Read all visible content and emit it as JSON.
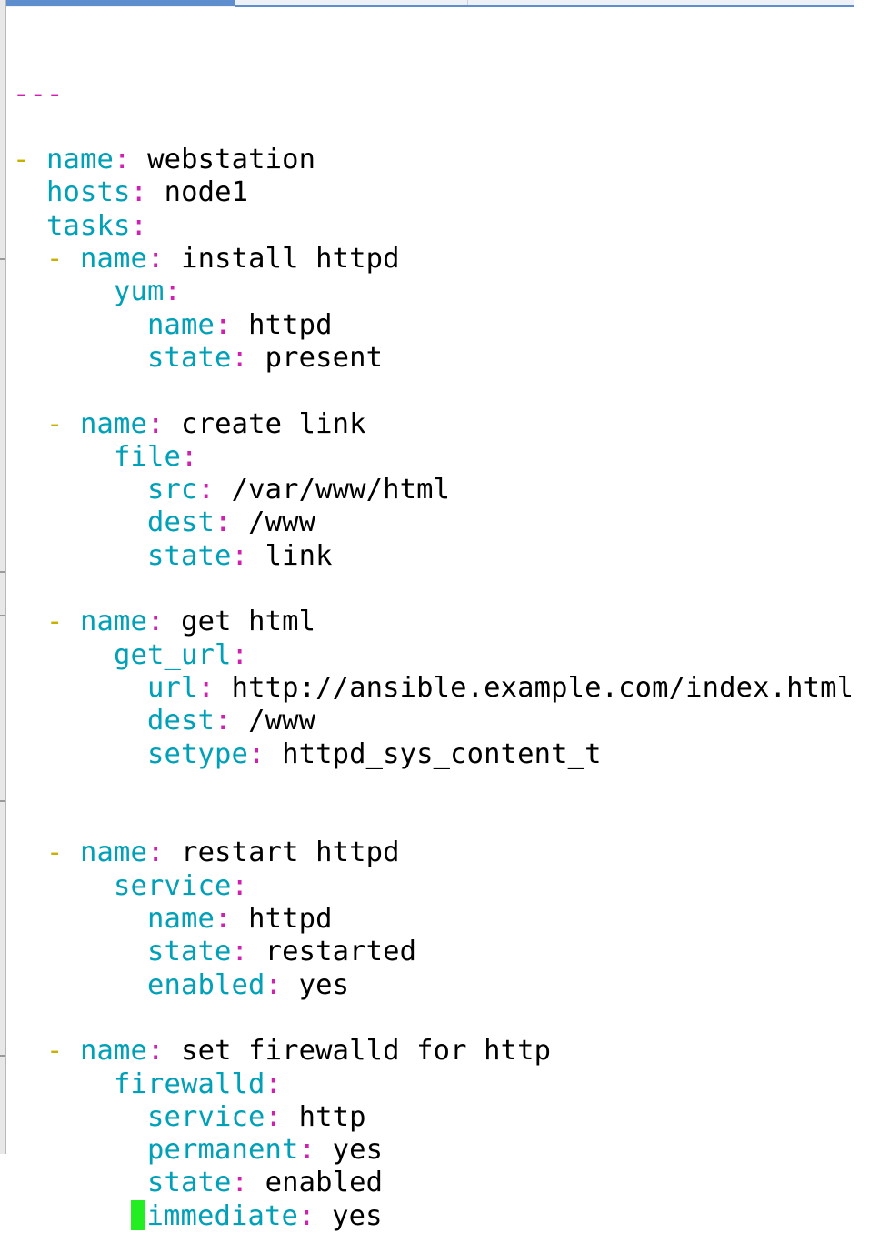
{
  "editor": {
    "doc_start": "---",
    "lines": [
      {
        "indent": 0,
        "dash": true,
        "key": "name",
        "value": "webstation"
      },
      {
        "indent": 2,
        "dash": false,
        "key": "hosts",
        "value": "node1"
      },
      {
        "indent": 2,
        "dash": false,
        "key": "tasks",
        "value": ""
      },
      {
        "indent": 4,
        "dash": true,
        "key": "name",
        "value": "install httpd"
      },
      {
        "indent": 6,
        "dash": false,
        "key": "yum",
        "value": ""
      },
      {
        "indent": 8,
        "dash": false,
        "key": "name",
        "value": "httpd"
      },
      {
        "indent": 8,
        "dash": false,
        "key": "state",
        "value": "present"
      },
      {
        "blank": true
      },
      {
        "indent": 4,
        "dash": true,
        "key": "name",
        "value": "create link"
      },
      {
        "indent": 6,
        "dash": false,
        "key": "file",
        "value": ""
      },
      {
        "indent": 8,
        "dash": false,
        "key": "src",
        "value": "/var/www/html"
      },
      {
        "indent": 8,
        "dash": false,
        "key": "dest",
        "value": "/www"
      },
      {
        "indent": 8,
        "dash": false,
        "key": "state",
        "value": "link"
      },
      {
        "blank": true
      },
      {
        "indent": 4,
        "dash": true,
        "key": "name",
        "value": "get html"
      },
      {
        "indent": 6,
        "dash": false,
        "key": "get_url",
        "value": ""
      },
      {
        "indent": 8,
        "dash": false,
        "key": "url",
        "value": "http://ansible.example.com/index.html"
      },
      {
        "indent": 8,
        "dash": false,
        "key": "dest",
        "value": "/www"
      },
      {
        "indent": 8,
        "dash": false,
        "key": "setype",
        "value": "httpd_sys_content_t"
      },
      {
        "blank": true
      },
      {
        "blank": true
      },
      {
        "indent": 4,
        "dash": true,
        "key": "name",
        "value": "restart httpd"
      },
      {
        "indent": 6,
        "dash": false,
        "key": "service",
        "value": ""
      },
      {
        "indent": 8,
        "dash": false,
        "key": "name",
        "value": "httpd"
      },
      {
        "indent": 8,
        "dash": false,
        "key": "state",
        "value": "restarted"
      },
      {
        "indent": 8,
        "dash": false,
        "key": "enabled",
        "value": "yes"
      },
      {
        "blank": true
      },
      {
        "indent": 4,
        "dash": true,
        "key": "name",
        "value": "set firewalld for http"
      },
      {
        "indent": 6,
        "dash": false,
        "key": "firewalld",
        "value": ""
      },
      {
        "indent": 8,
        "dash": false,
        "key": "service",
        "value": "http"
      },
      {
        "indent": 8,
        "dash": false,
        "key": "permanent",
        "value": "yes"
      },
      {
        "indent": 8,
        "dash": false,
        "key": "state",
        "value": "enabled"
      },
      {
        "indent": 8,
        "dash": false,
        "key": "immediate",
        "value": "yes",
        "cursor": true
      }
    ]
  },
  "colors": {
    "key": "#00a0b8",
    "dash": "#c8b000",
    "punctuation": "#d020b0",
    "value": "#000000",
    "cursor": "#22ee22",
    "tab_active": "#5f8ecf"
  }
}
